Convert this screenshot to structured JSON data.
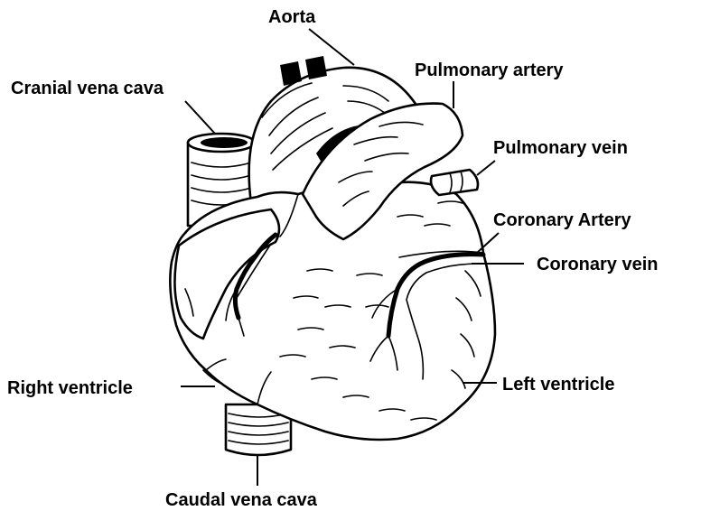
{
  "labels": {
    "aorta": "Aorta",
    "pulmonary_artery": "Pulmonary artery",
    "cranial_vena_cava": "Cranial vena cava",
    "pulmonary_vein": "Pulmonary vein",
    "coronary_artery": "Coronary Artery",
    "coronary_vein": "Coronary vein",
    "right_ventricle": "Right ventricle",
    "left_ventricle": "Left ventricle",
    "caudal_vena_cava": "Caudal vena cava"
  }
}
